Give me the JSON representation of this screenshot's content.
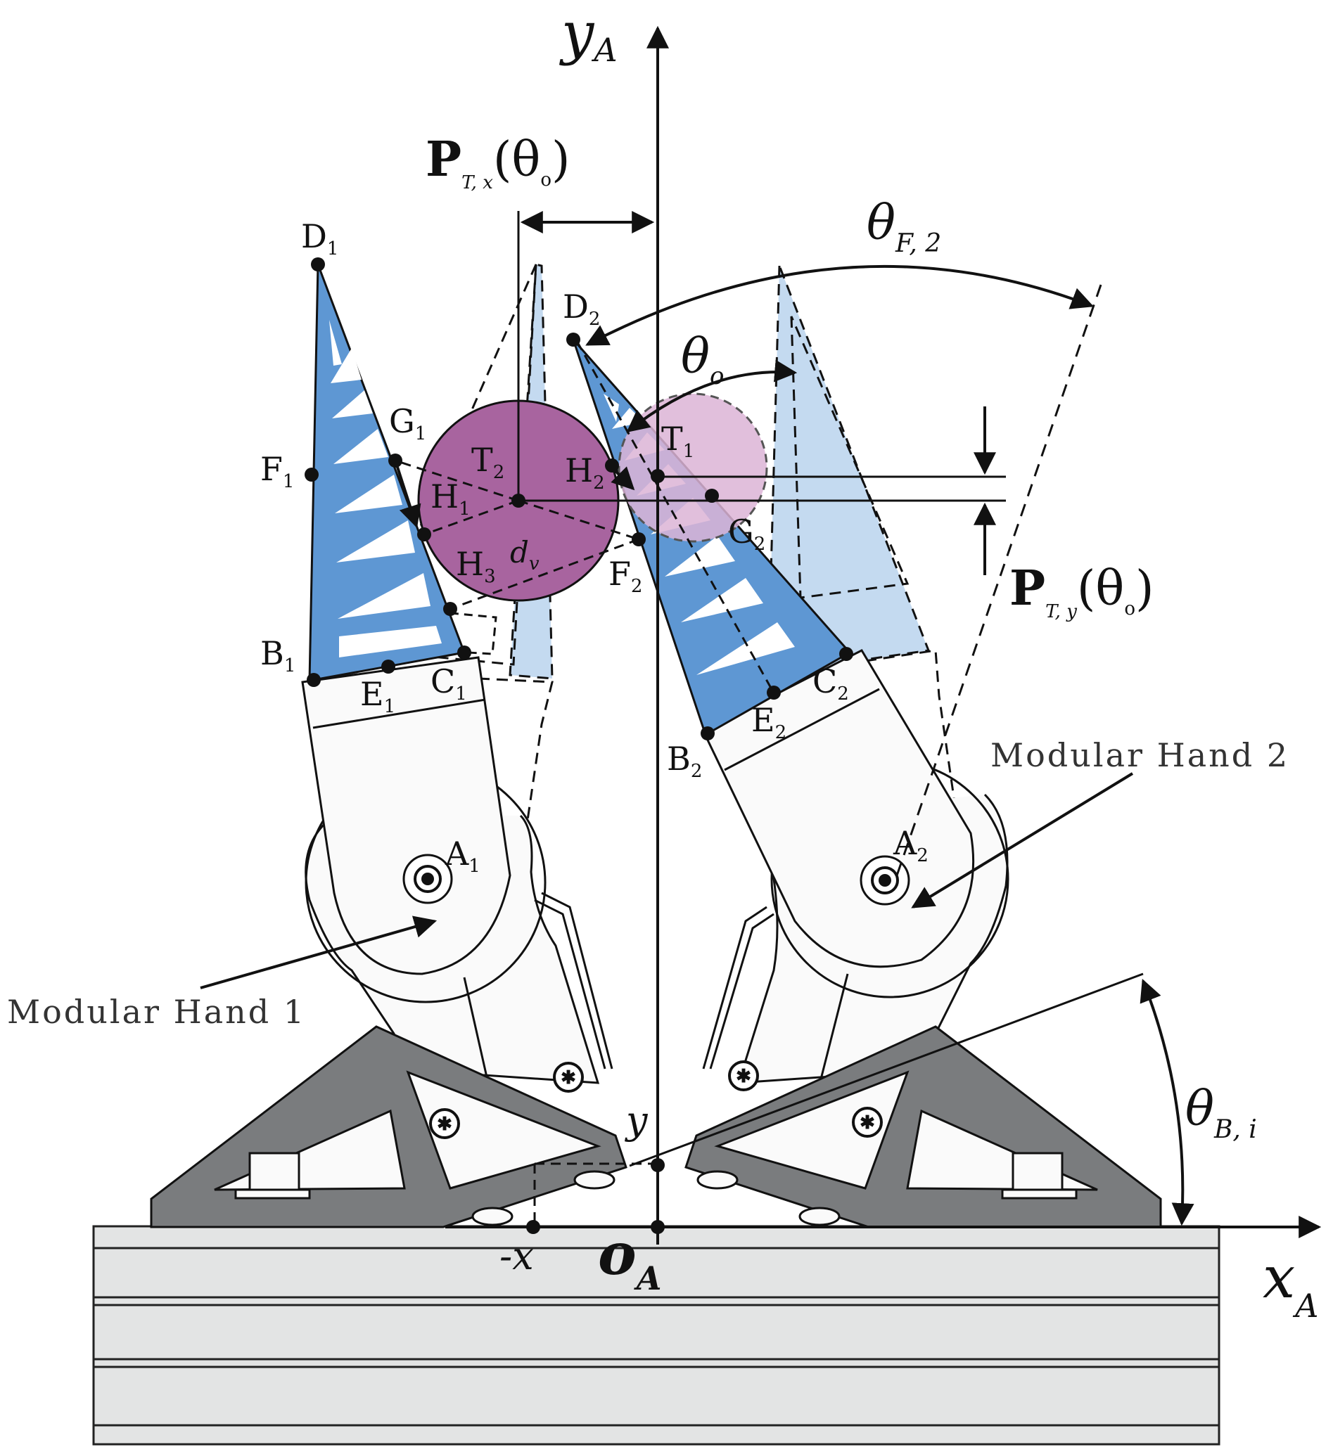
{
  "axes": {
    "y_axis": {
      "main": "y",
      "sub": "A"
    },
    "x_axis": {
      "main": "x",
      "sub": "A"
    },
    "origin": {
      "main": "o",
      "sub": "A"
    },
    "neg_x": "-x",
    "y_tick": "y"
  },
  "annotations": {
    "ptx": {
      "bold": "P",
      "sub": "T, x",
      "arg": "(θ",
      "argsub": "o",
      "close": ")"
    },
    "pty": {
      "bold": "P",
      "sub": "T, y",
      "arg": "(θ",
      "argsub": "o",
      "close": ")"
    },
    "theta_f2": {
      "main": "θ",
      "sub": "F, 2"
    },
    "theta_o": {
      "main": "θ",
      "sub": "o"
    },
    "theta_bi": {
      "main": "θ",
      "sub": "B, i"
    },
    "dv": {
      "main": "d",
      "sub": "v"
    }
  },
  "hand_labels": {
    "hand1": "Modular Hand 1",
    "hand2": "Modular Hand 2"
  },
  "points": [
    {
      "id": "D1",
      "main": "D",
      "sub": "1"
    },
    {
      "id": "D2",
      "main": "D",
      "sub": "2"
    },
    {
      "id": "G1",
      "main": "G",
      "sub": "1"
    },
    {
      "id": "G2",
      "main": "G",
      "sub": "2"
    },
    {
      "id": "F1",
      "main": "F",
      "sub": "1"
    },
    {
      "id": "F2",
      "main": "F",
      "sub": "2"
    },
    {
      "id": "H1",
      "main": "H",
      "sub": "1"
    },
    {
      "id": "H2",
      "main": "H",
      "sub": "2"
    },
    {
      "id": "H3",
      "main": "H",
      "sub": "3"
    },
    {
      "id": "T1",
      "main": "T",
      "sub": "1"
    },
    {
      "id": "T2",
      "main": "T",
      "sub": "2"
    },
    {
      "id": "B1",
      "main": "B",
      "sub": "1"
    },
    {
      "id": "B2",
      "main": "B",
      "sub": "2"
    },
    {
      "id": "C1",
      "main": "C",
      "sub": "1"
    },
    {
      "id": "C2",
      "main": "C",
      "sub": "2"
    },
    {
      "id": "E1",
      "main": "E",
      "sub": "1"
    },
    {
      "id": "E2",
      "main": "E",
      "sub": "2"
    },
    {
      "id": "A1",
      "main": "A",
      "sub": "1"
    },
    {
      "id": "A2",
      "main": "A",
      "sub": "2"
    }
  ],
  "colors": {
    "finger_blue": "#5e97d3",
    "finger_light": "#c4daf0",
    "object_dark": "#a8649f",
    "object_light": "#dcb4d6",
    "base_gray": "#7a7c7e",
    "rail": "#e3e4e4"
  }
}
